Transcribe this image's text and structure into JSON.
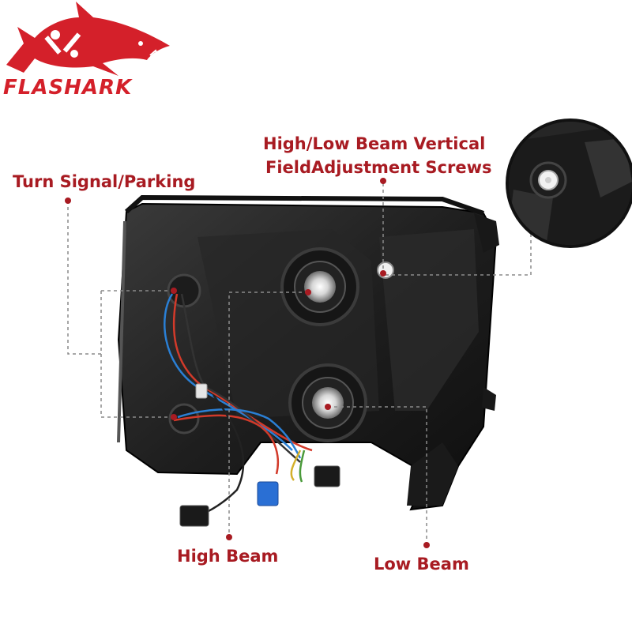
{
  "brand": {
    "name": "FLASHARK",
    "color": "#d4202a"
  },
  "callouts": {
    "turn_signal": "Turn Signal/Parking",
    "adjustment_line1": "High/Low Beam Vertical",
    "adjustment_line2": "FieldAdjustment Screws",
    "high_beam": "High Beam",
    "low_beam": "Low Beam",
    "color": "#a81b22"
  },
  "product": {
    "description_icon": "headlight-assembly-rear-view"
  }
}
